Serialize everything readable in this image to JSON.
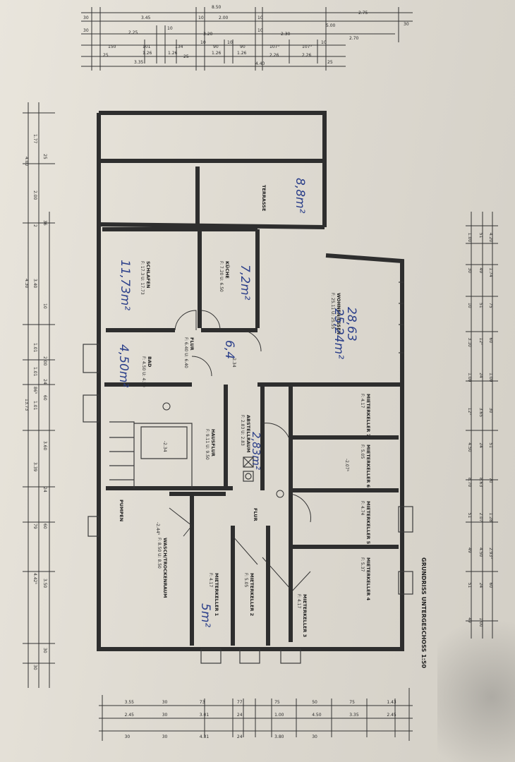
{
  "plan": {
    "title": "GRUNDRISS UNTERGESCHOSS 1:50",
    "rooms": {
      "terrasse": "TERRASSE",
      "schlafen": "SCHLAFEN",
      "kueche": "KÜCHE",
      "wohnen": "WOHNEN/ESSEN",
      "bad": "BAD",
      "flur": "FLUR",
      "abstellraum": "ABSTELLRAUM",
      "hausflur": "HAUSFLUR",
      "mieterkeller1": "MIETERKELLER 1",
      "mieterkeller2": "MIETERKELLER 2",
      "mieterkeller3": "MIETERKELLER 3",
      "mieterkeller4": "MIETERKELLER 4",
      "mieterkeller5": "MIETERKELLER 5",
      "mieterkeller6": "MIETERKELLER 6",
      "mieterkeller7": "MIETERKELLER 7",
      "flur2": "FLUR",
      "waschraum": "WASCH/TROCKENRAUM",
      "pumpen": "PUMPEN"
    },
    "handwritten": {
      "terrasse_area": "8,8m²",
      "schlafen_area": "11,73m²",
      "kueche_area": "7,2m²",
      "wohnen_area": "25,24m²",
      "wohnen_note": "28,63",
      "bad_area": "4,50m²",
      "flur_area": "6,4",
      "abstell_area": "2,83m²",
      "keller_area": "5m²"
    },
    "dims_top": {
      "row1": [
        "30",
        "3.45",
        "10",
        "2.00",
        "10",
        "2.75",
        "30"
      ],
      "row0": [
        "8.50"
      ],
      "row2": [
        "30",
        "2.25",
        "10",
        "3.20",
        "10",
        "2.30",
        "5.00",
        "2.70"
      ],
      "row3": [
        "150",
        "101",
        "134",
        "10",
        "90",
        "10",
        "90",
        "107⁵",
        "107⁵",
        "10"
      ],
      "row4": [
        "25",
        "1.26",
        "1.26",
        "25",
        "1.26",
        "1.26",
        "2.26",
        "2.26",
        "25"
      ],
      "row5": [
        "3.35",
        "4.40"
      ]
    },
    "dims_left": [
      "1.77",
      "25",
      "4.00",
      "2.00",
      "36",
      "2",
      "4.30",
      "3.40",
      "10",
      "1.01",
      "2.00",
      "1.01",
      "24",
      "86⁵",
      "60",
      "1.01",
      "13.73",
      "3.60",
      "3.39",
      "24",
      "60",
      "79",
      "3.50",
      "4.42⁵",
      "30",
      "30"
    ],
    "dims_right": [
      "1.00",
      "30",
      "10",
      "3.10",
      "1.00",
      "12⁵",
      "4.50",
      "8.70",
      "51",
      "49",
      "51",
      "49",
      "51",
      "49",
      "51",
      "12⁵",
      "24",
      "3.65",
      "24",
      "8.63",
      "2.07",
      "4.50",
      "24",
      "1.00",
      "4.20",
      "1.74",
      "75",
      "60",
      "1.00",
      "30",
      "51",
      "70",
      "1.28",
      "2.93⁵",
      "60"
    ],
    "dims_bottom": [
      "3.55",
      "30",
      "73",
      "77",
      "75",
      "50",
      "75",
      "1.43",
      "2.45",
      "30",
      "3.01",
      "24",
      "1.00",
      "4.50",
      "3.35",
      "2.45",
      "30",
      "30",
      "4.31",
      "24",
      "3.80",
      "30"
    ],
    "room_codes": {
      "schlafen": "F: 17.3 U: 17.73",
      "kueche": "F: 7.20 U: 6.50",
      "wohnen": "F: 25.11 U: 25.55",
      "bad": "F: 4.50 U: 4.50",
      "flur": "F: 6.40 U: 6.40",
      "abstell": "F: 2.83 U: 2.83",
      "hausflur": "F: 9.11 U: 9.50",
      "waschraum": "F: 8.50 U: 8.50",
      "mk1": "F: 4.17",
      "mk2": "F: 5.05",
      "mk3": "F: 4.17",
      "mk4": "F: 5.37",
      "mk5": "F: 4.74",
      "mk6": "F: 5.05",
      "mk7": "F: 4.17"
    },
    "levels": {
      "wohnen": "-2.34",
      "hausflur": "-2.34",
      "keller": "-2.07⁵",
      "wasch": "-2.44⁵",
      "bad": "-2.34"
    }
  }
}
